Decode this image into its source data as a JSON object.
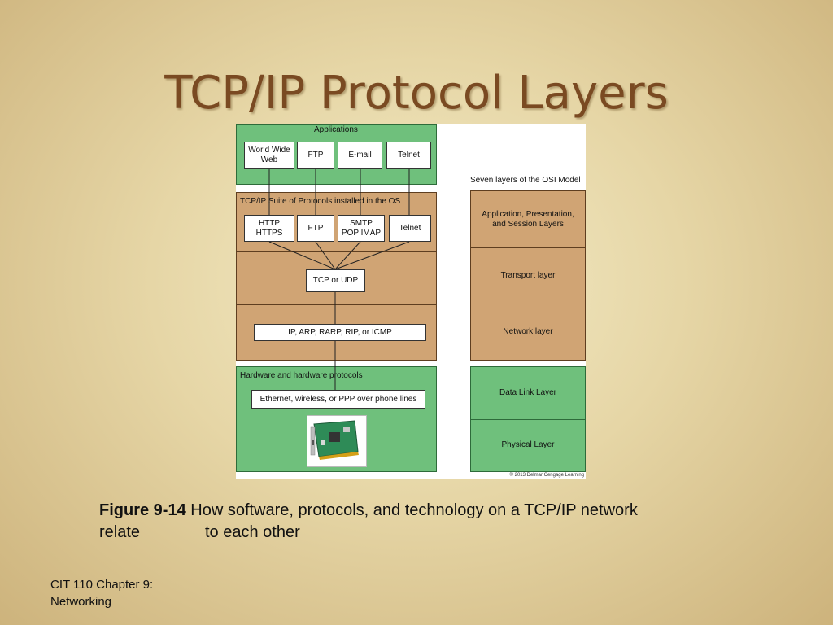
{
  "slide": {
    "title": "TCP/IP Protocol Layers",
    "caption_figure": "Figure 9-14",
    "caption_text_line1": "How software, protocols, and technology on a TCP/IP network",
    "caption_text_line2_a": "relate",
    "caption_text_line2_b": "to each other",
    "footer_line1": "CIT 110 Chapter 9:",
    "footer_line2": "Networking"
  },
  "diagram": {
    "applications_label": "Applications",
    "applications": [
      "World Wide\nWeb",
      "FTP",
      "E-mail",
      "Telnet"
    ],
    "suite_label": "TCP/IP Suite of Protocols installed in the OS",
    "suite_protocols": [
      "HTTP\nHTTPS",
      "FTP",
      "SMTP\nPOP IMAP",
      "Telnet"
    ],
    "transport": "TCP or UDP",
    "network": "IP, ARP, RARP, RIP, or ICMP",
    "hardware_label": "Hardware and hardware protocols",
    "hardware": "Ethernet, wireless, or PPP over phone lines",
    "nic_image": "network-interface-card",
    "osi_title": "Seven layers of the OSI Model",
    "osi_layers": [
      "Application, Presentation,\nand Session Layers",
      "Transport layer",
      "Network layer",
      "Data Link Layer",
      "Physical Layer"
    ],
    "copyright": "© 2013 Delmar Cengage Learning",
    "colors": {
      "green": "#6fc07c",
      "tan": "#d0a474"
    }
  }
}
